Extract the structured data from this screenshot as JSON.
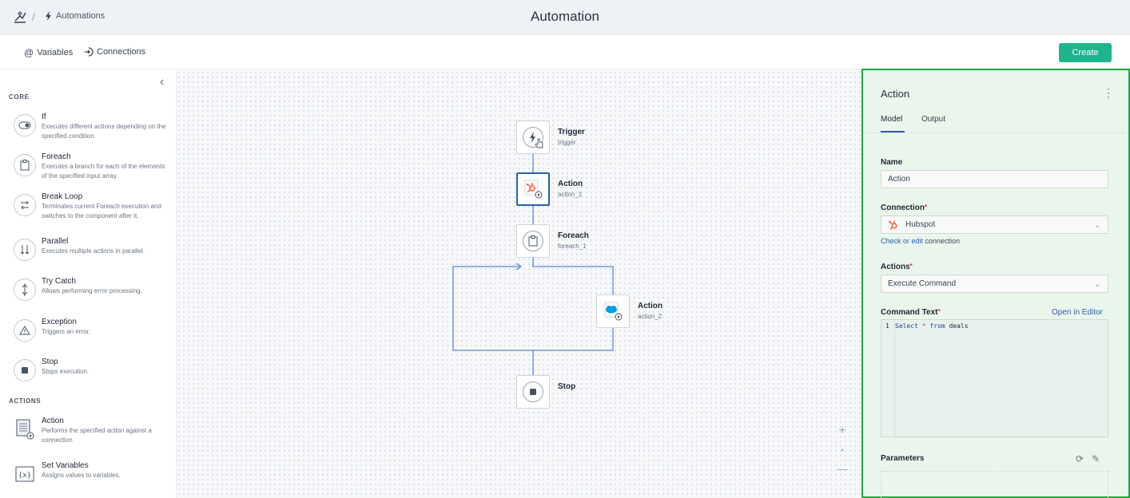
{
  "header": {
    "breadcrumb_label": "Automations",
    "title": "Automation"
  },
  "subbar": {
    "variables_label": "Variables",
    "connections_label": "Connections",
    "create_label": "Create"
  },
  "palette": {
    "core_label": "CORE",
    "actions_label": "ACTIONS",
    "core_items": [
      {
        "title": "If",
        "desc": "Executes different actions depending on the specified condition.",
        "icon": "toggle-icon"
      },
      {
        "title": "Foreach",
        "desc": "Executes a branch for each of the elements of the specified input array.",
        "icon": "clipboard-icon"
      },
      {
        "title": "Break Loop",
        "desc": "Terminates current Foreach execution and switches to the component after it.",
        "icon": "break-loop-icon"
      },
      {
        "title": "Parallel",
        "desc": "Executes multiple actions in parallel.",
        "icon": "parallel-icon"
      },
      {
        "title": "Try Catch",
        "desc": "Allows performing error processing.",
        "icon": "try-catch-icon"
      },
      {
        "title": "Exception",
        "desc": "Triggers an error.",
        "icon": "warning-icon"
      },
      {
        "title": "Stop",
        "desc": "Stops execution.",
        "icon": "stop-icon"
      }
    ],
    "action_items": [
      {
        "title": "Action",
        "desc": "Performs the specified action against a connection.",
        "icon": "action-doc-icon"
      },
      {
        "title": "Set Variables",
        "desc": "Assigns values to variables.",
        "icon": "variables-icon"
      }
    ]
  },
  "flow": {
    "trigger": {
      "label": "Trigger",
      "sub": "trigger"
    },
    "action1": {
      "label": "Action",
      "sub": "action_1"
    },
    "foreach": {
      "label": "Foreach",
      "sub": "foreach_1"
    },
    "action2": {
      "label": "Action",
      "sub": "action_2"
    },
    "stop": {
      "label": "Stop"
    }
  },
  "zoom": {
    "plus": "+",
    "dot": "•",
    "minus": "—"
  },
  "panel": {
    "title": "Action",
    "kebab": "⋮",
    "tabs": [
      {
        "label": "Model"
      },
      {
        "label": "Output"
      }
    ],
    "name_label": "Name",
    "name_value": "Action",
    "connection_label": "Connection",
    "required_mark": "*",
    "connection_value": "Hubspot",
    "check_link": "Check or edit",
    "check_rest": " connection",
    "actions_label": "Actions",
    "actions_value": "Execute Command",
    "command_label": "Command Text",
    "open_editor": "Open in Editor",
    "code_line_no": "1",
    "code_text": "Select * from deals",
    "parameters_label": "Parameters"
  },
  "colors": {
    "accent_green": "#1fb58c",
    "panel_border": "#1fa83a",
    "link_blue": "#2a5fae",
    "hubspot_orange": "#ff5c35",
    "salesforce_blue": "#00a1e0"
  }
}
